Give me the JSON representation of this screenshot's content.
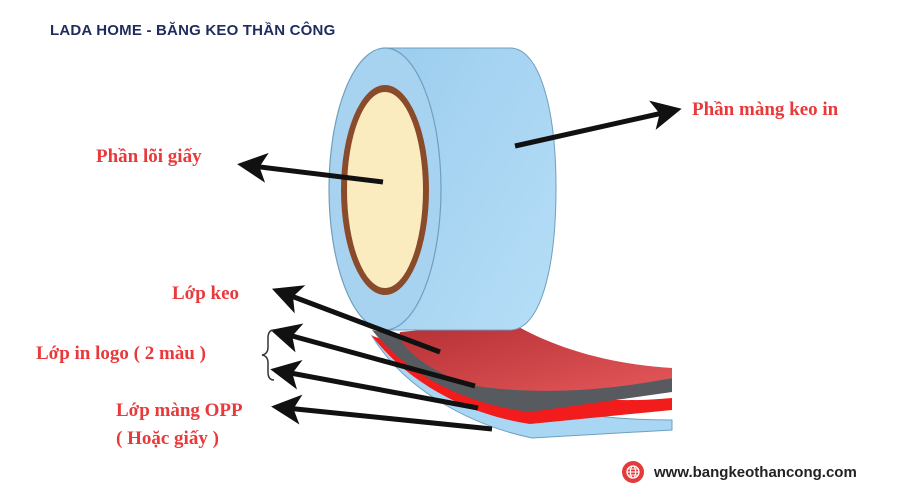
{
  "header": {
    "title": "LADA HOME - BĂNG KEO THẦN CÔNG"
  },
  "labels": {
    "core": "Phần lõi giấy",
    "film": "Phần màng keo in",
    "glue": "Lớp keo",
    "logo": "Lớp in logo ( 2 màu )",
    "opp": "Lớp màng OPP",
    "opp_alt": "( Hoặc giấy )"
  },
  "footer": {
    "website": "www.bangkeothancong.com",
    "icon": "globe-icon"
  },
  "colors": {
    "tape_blue": "#a9d6f3",
    "core_cream": "#fbecbf",
    "core_brown": "#8a4b2a",
    "glue_red": "#c73b3e",
    "logo_gray": "#575a5e",
    "opp_red": "#f21c1c",
    "label_red": "#e8393b",
    "brand_navy": "#1f2d5c"
  }
}
